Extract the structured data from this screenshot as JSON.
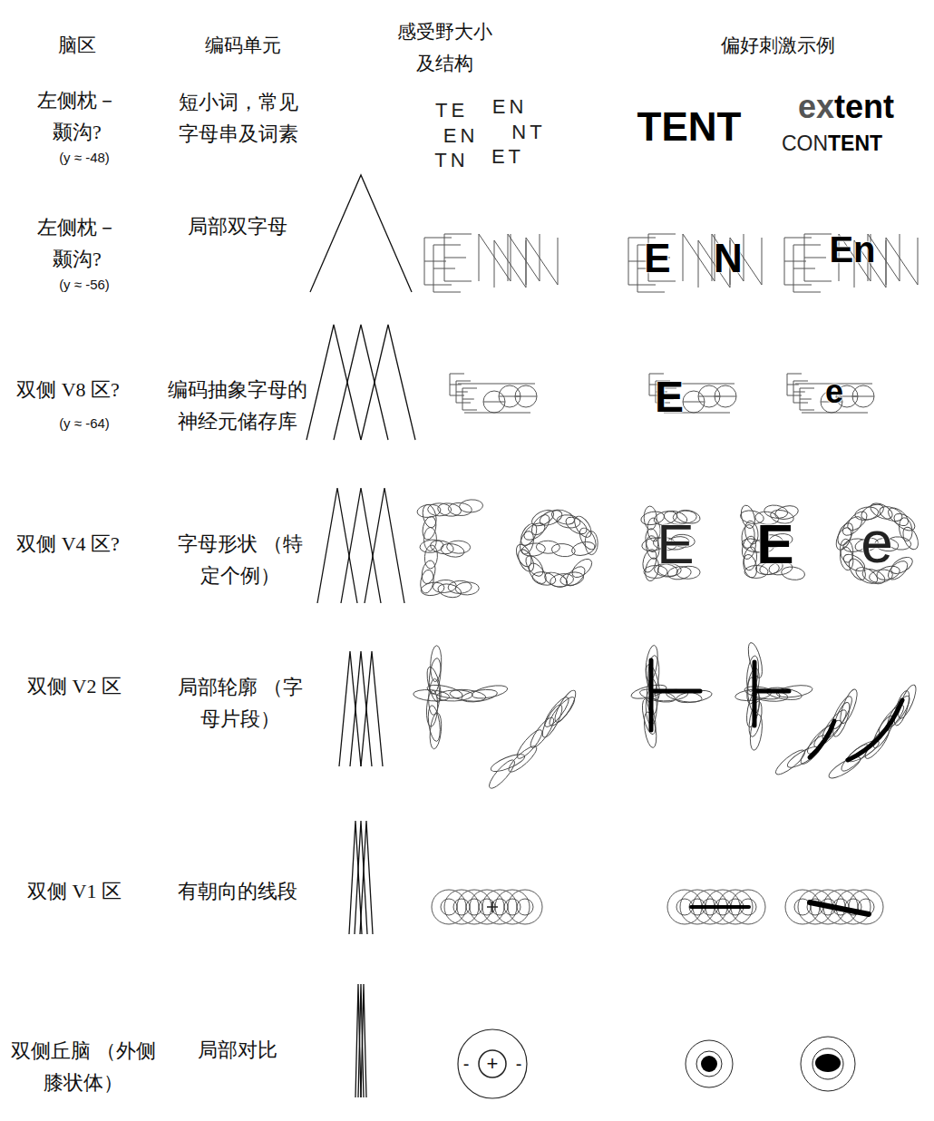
{
  "diagram": {
    "labels": [
      "脑区",
      "编码单元",
      "感受野大小 及结构",
      "偏好刺激示例",
      "左侧枕－ 颞沟?",
      "(y ≈ -48)",
      "短小词，常见 字母串及词素",
      "TE",
      "EN",
      "EN",
      "NT",
      "TN",
      "ET",
      "TENT",
      "ex",
      "tent",
      "CON",
      "TENT",
      "左侧枕－ 颞沟?",
      "(y ≈ -56)",
      "局部双字母",
      "E",
      "N",
      "En",
      "双侧 V8 区?",
      "(y ≈ -64)",
      "编码抽象字母的 神经元储存库",
      "E",
      "e",
      "双侧 V4 区?",
      "字母形状 （特定个例）",
      "E",
      "E",
      "e",
      "双侧 V2 区",
      "局部轮廓 （字母片段）",
      "双侧 V1 区",
      "有朝向的线段",
      "双侧丘脑 （外侧膝状体）",
      "局部对比",
      "-",
      "+",
      "-"
    ]
  }
}
